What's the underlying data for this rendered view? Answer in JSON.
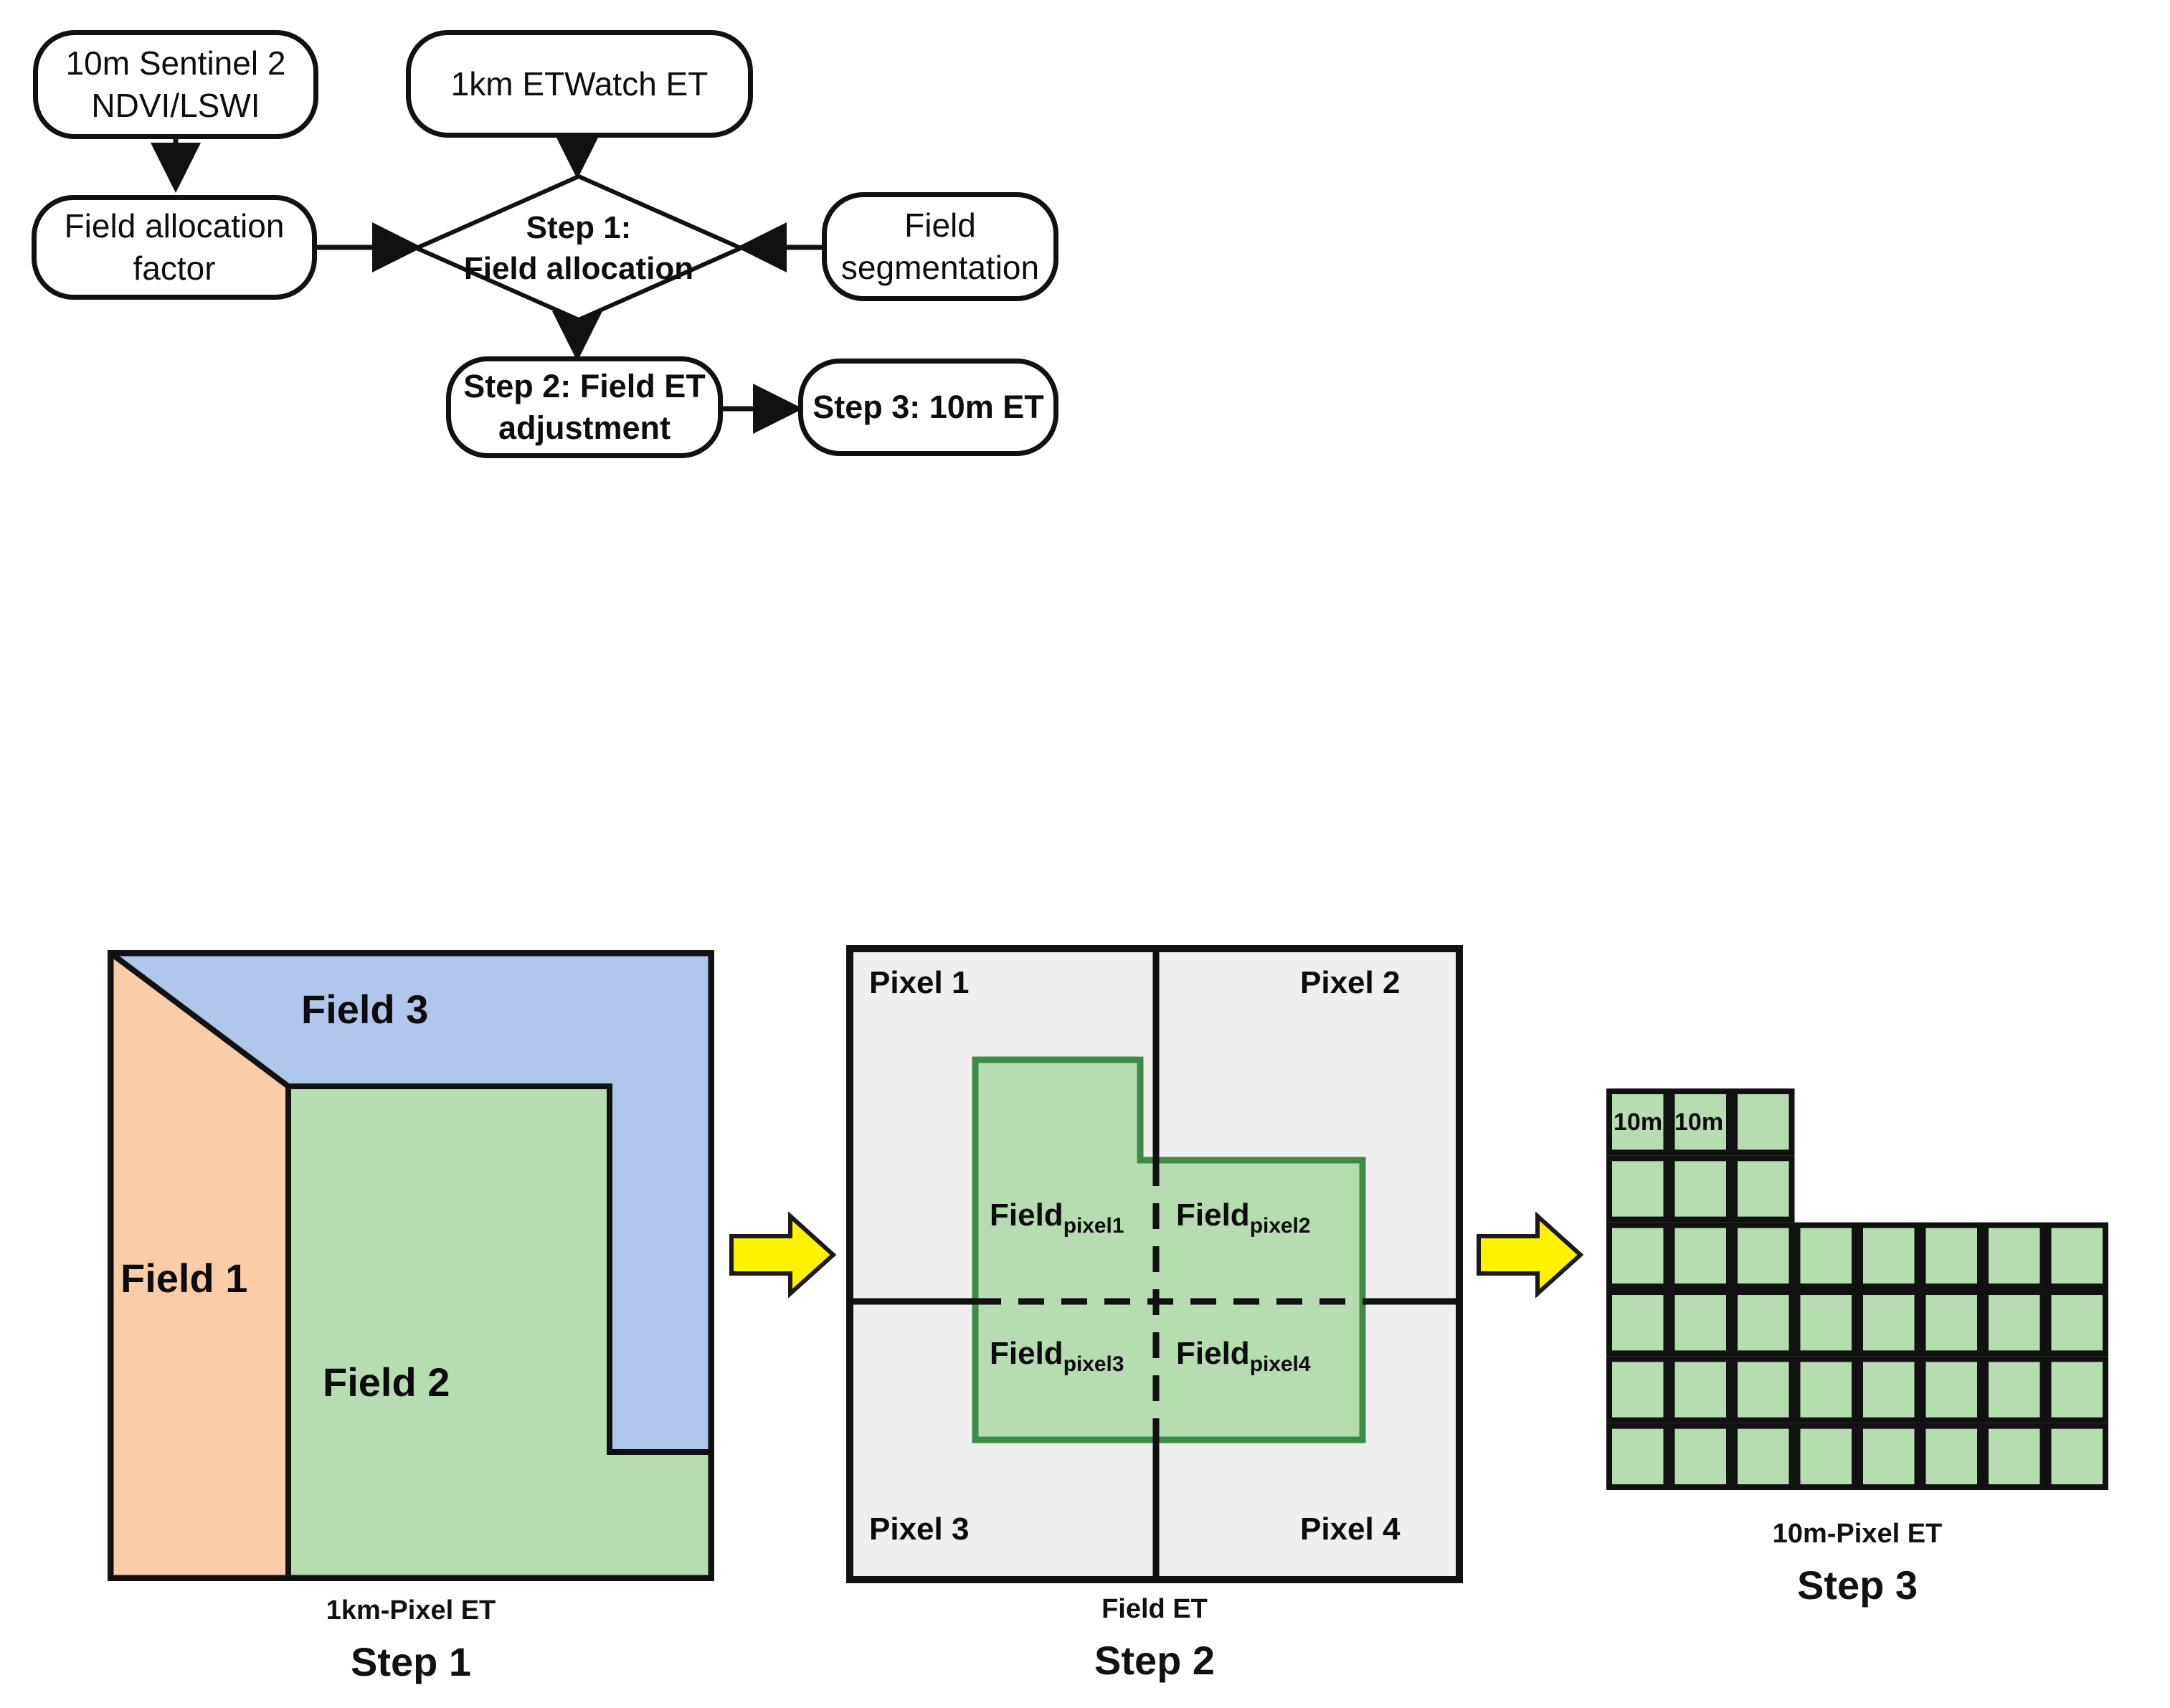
{
  "flowchart": {
    "nodes": [
      {
        "id": "sentinel",
        "label": "10m Sentinel 2\nNDVI/LSWI",
        "shape": "rounded-rect",
        "weight": "normal"
      },
      {
        "id": "etwatch",
        "label": "1km ETWatch ET",
        "shape": "rounded-rect",
        "weight": "normal"
      },
      {
        "id": "factor",
        "label": "Field allocation factor",
        "shape": "rounded-rect",
        "weight": "normal"
      },
      {
        "id": "step1",
        "label": "Step 1:\nField allocation",
        "shape": "diamond",
        "weight": "bold"
      },
      {
        "id": "segment",
        "label": "Field\nsegmentation",
        "shape": "rounded-rect",
        "weight": "normal"
      },
      {
        "id": "step2",
        "label": "Step 2: Field ET\nadjustment",
        "shape": "rounded-rect",
        "weight": "bold"
      },
      {
        "id": "step3",
        "label": "Step 3: 10m ET",
        "shape": "rounded-rect",
        "weight": "bold"
      }
    ],
    "edges": [
      {
        "from": "sentinel",
        "to": "factor",
        "direction": "down"
      },
      {
        "from": "etwatch",
        "to": "step1",
        "direction": "down"
      },
      {
        "from": "factor",
        "to": "step1",
        "direction": "right"
      },
      {
        "from": "segment",
        "to": "step1",
        "direction": "left"
      },
      {
        "from": "step1",
        "to": "step2",
        "direction": "down"
      },
      {
        "from": "step2",
        "to": "step3",
        "direction": "right"
      }
    ]
  },
  "panels": {
    "step1": {
      "caption_sub": "1km-Pixel ET",
      "caption_step": "Step 1",
      "regions": [
        {
          "name": "Field 1",
          "color": "#FBCCA8"
        },
        {
          "name": "Field 2",
          "color": "#B5DDB0"
        },
        {
          "name": "Field 3",
          "color": "#AEC6EA"
        }
      ]
    },
    "step2": {
      "caption_sub": "Field ET",
      "caption_step": "Step 2",
      "pixel_labels": [
        "Pixel 1",
        "Pixel 2",
        "Pixel 3",
        "Pixel 4"
      ],
      "field_parts": [
        {
          "base": "Field",
          "sub": "pixel1"
        },
        {
          "base": "Field",
          "sub": "pixel2"
        },
        {
          "base": "Field",
          "sub": "pixel3"
        },
        {
          "base": "Field",
          "sub": "pixel4"
        }
      ],
      "background_color": "#EFEFEF",
      "field_color": "#B5DDB0",
      "field_border_color": "#3E8B46"
    },
    "step3": {
      "caption_sub": "10m-Pixel ET",
      "caption_step": "Step 3",
      "cell_labels": [
        "10m",
        "10m"
      ],
      "cell_color": "#B5DDB0",
      "grid": {
        "cols": 8,
        "rows": 6,
        "filled_rows": [
          [
            1,
            1,
            1,
            0,
            0,
            0,
            0,
            0
          ],
          [
            1,
            1,
            1,
            0,
            0,
            0,
            0,
            0
          ],
          [
            1,
            1,
            1,
            1,
            1,
            1,
            1,
            1
          ],
          [
            1,
            1,
            1,
            1,
            1,
            1,
            1,
            1
          ],
          [
            1,
            1,
            1,
            1,
            1,
            1,
            1,
            1
          ],
          [
            1,
            1,
            1,
            1,
            1,
            1,
            1,
            1
          ]
        ]
      }
    },
    "arrows": [
      {
        "from": "step1",
        "to": "step2",
        "color": "#FFF200"
      },
      {
        "from": "step2",
        "to": "step3",
        "color": "#FFF200"
      }
    ]
  },
  "colors": {
    "stroke": "#111111",
    "field1": "#FBCCA8",
    "field2": "#B5DDB0",
    "field3": "#AEC6EA",
    "arrow_yellow": "#FFF200",
    "panel_gray": "#EFEFEF",
    "green_border": "#3E8B46"
  }
}
